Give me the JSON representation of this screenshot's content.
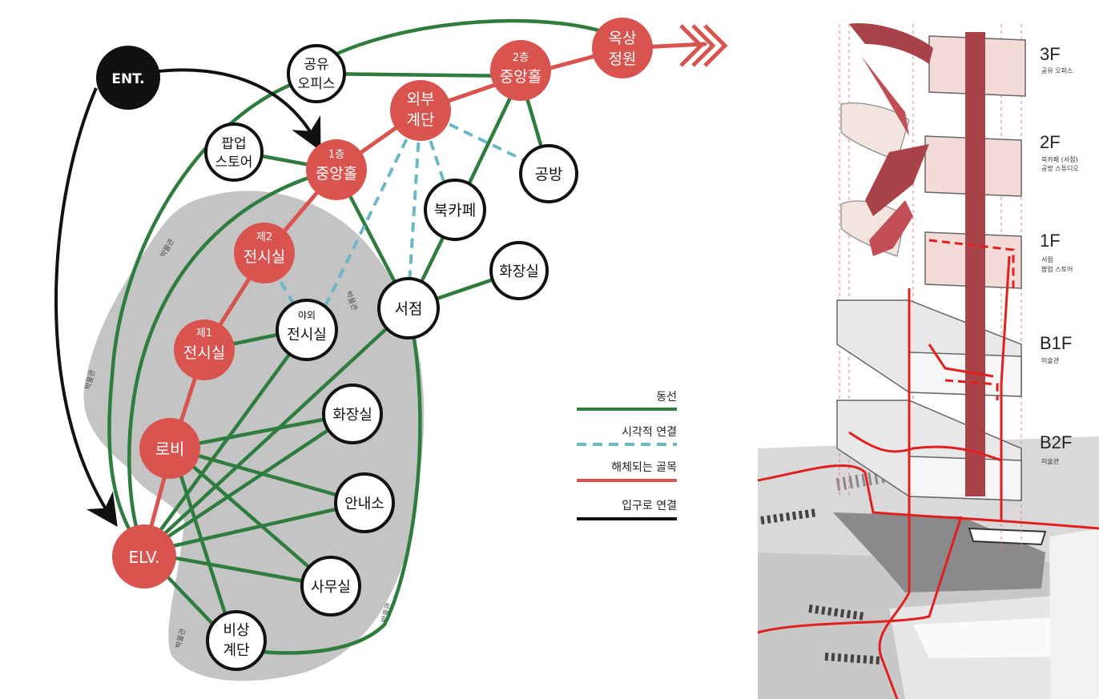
{
  "colors": {
    "circulation": "#2e7d3e",
    "visual": "#6bb8c4",
    "alley": "#d9534f",
    "entrance": "#111111",
    "zone": "#c4c4c4",
    "node_red": "#d9534f",
    "node_black": "#111111"
  },
  "nodes": {
    "ent": "ENT.",
    "office_l1": "공유",
    "office_l2": "오피스",
    "popup_l1": "팝업",
    "popup_l2": "스토어",
    "hall1_l1": "1층",
    "hall1_l2": "중앙홀",
    "ext_stair_l1": "외부",
    "ext_stair_l2": "계단",
    "hall2_l1": "2층",
    "hall2_l2": "중앙홀",
    "roof_l1": "옥상",
    "roof_l2": "정원",
    "workshop": "공방",
    "bookcafe": "북카페",
    "toilet_top": "화장실",
    "bookstore": "서점",
    "gallery2_l1": "제2",
    "gallery2_l2": "전시실",
    "outdoor_l1": "야외",
    "outdoor_l2": "전시실",
    "gallery1_l1": "제1",
    "gallery1_l2": "전시실",
    "lobby": "로비",
    "toilet": "화장실",
    "info": "안내소",
    "office": "사무실",
    "elv": "ELV.",
    "emergency_l1": "비상",
    "emergency_l2": "계단"
  },
  "zone_label": "박물관",
  "legend": {
    "circulation": "동선",
    "visual": "시각적 연결",
    "alley": "해체되는 골목",
    "entrance": "입구로 연결"
  },
  "floors": [
    {
      "label": "3F",
      "desc": [
        "공유 오피스"
      ]
    },
    {
      "label": "2F",
      "desc": [
        "북카페 (서점)",
        "공방 스튜디오"
      ]
    },
    {
      "label": "1F",
      "desc": [
        "서점",
        "팝업 스토어"
      ]
    },
    {
      "label": "B1F",
      "desc": [
        "미술관"
      ]
    },
    {
      "label": "B2F",
      "desc": [
        "미술관"
      ]
    }
  ]
}
